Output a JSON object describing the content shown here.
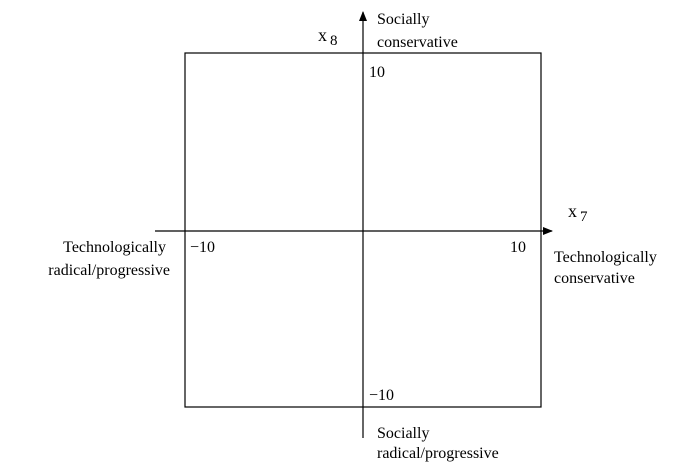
{
  "axes": {
    "x": {
      "name": "x",
      "subscript": "7",
      "tick_min": "−10",
      "tick_max": "10",
      "negative_label": [
        "Technologically",
        "radical/progressive"
      ],
      "positive_label": [
        "Technologically",
        "conservative"
      ]
    },
    "y": {
      "name": "x",
      "subscript": "8",
      "tick_min": "−10",
      "tick_max": "10",
      "negative_label": [
        "Socially",
        "radical/progressive"
      ],
      "positive_label": [
        "Socially",
        "conservative"
      ]
    }
  },
  "colors": {
    "line": "#000000",
    "background": "#ffffff"
  }
}
